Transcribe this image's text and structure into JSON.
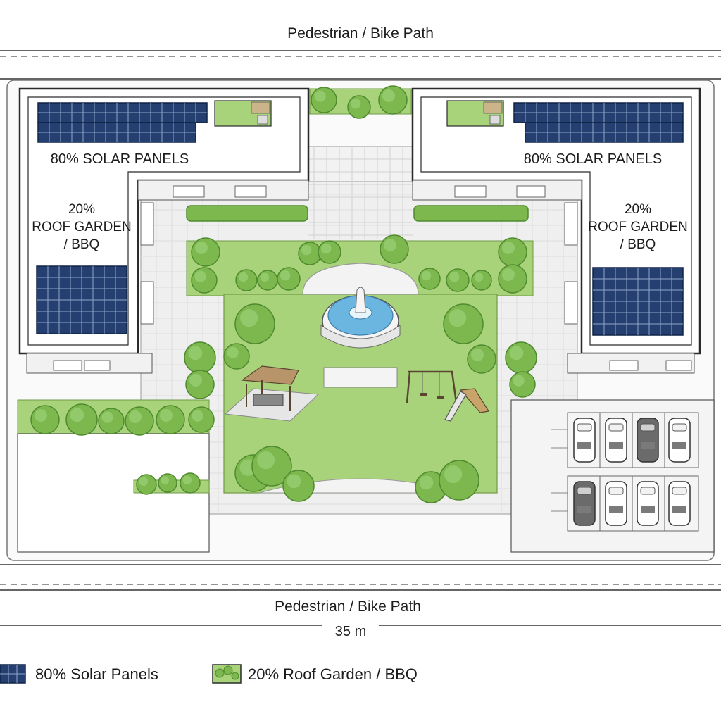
{
  "paths": {
    "top_label": "Pedestrian / Bike Path",
    "bottom_label": "Pedestrian / Bike Path"
  },
  "buildings": {
    "left": {
      "roof_label": "80% SOLAR PANELS",
      "garden_label_line1": "20%",
      "garden_label_line2": "ROOF GARDEN",
      "garden_label_line3": "/ BBQ"
    },
    "right": {
      "roof_label": "80% SOLAR PANELS",
      "garden_label_line1": "20%",
      "garden_label_line2": "ROOF GARDEN",
      "garden_label_line3": "/ BBQ"
    }
  },
  "scale": {
    "label": "35 m"
  },
  "legend": {
    "solar": {
      "label": "80% Solar Panels",
      "icon": "solar-panel-swatch"
    },
    "garden": {
      "label": "20% Roof Garden / BBQ",
      "icon": "garden-swatch"
    }
  },
  "colors": {
    "solar": "#243f70",
    "grass": "#a9d37a",
    "shrub": "#7cb84e",
    "shrub_dark": "#4f8a2e",
    "water": "#6bb6e0",
    "outline": "#2b2b2b",
    "paving": "#eeeeee"
  }
}
